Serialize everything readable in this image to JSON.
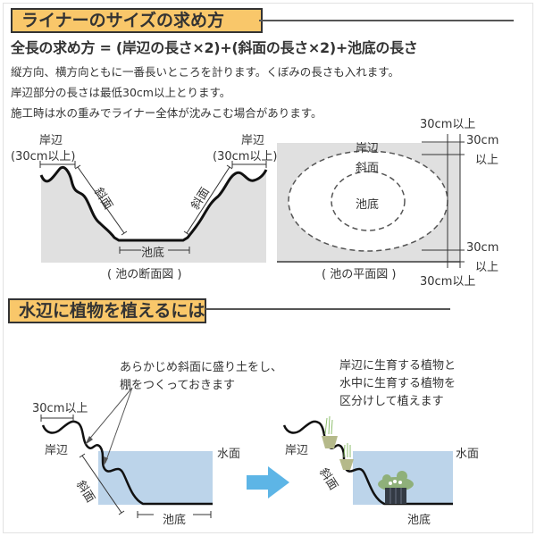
{
  "section1": {
    "title": "ライナーのサイズの求め方",
    "formula": "全長の求め方 = (岸辺の長さ×2)+(斜面の長さ×2)+池底の長さ",
    "notes": [
      "縦方向、横方向ともに一番長いところを計ります。くぼみの長さも入れます。",
      "岸辺部分の長さは最低30cm以上とります。",
      "施工時は水の重みでライナー全体が沈みこむ場合があります。"
    ],
    "cross_section": {
      "left_shore": "岸辺",
      "left_shore_min": "(30cm以上)",
      "right_shore": "岸辺",
      "right_shore_min": "(30cm以上)",
      "slope_left": "斜面",
      "slope_right": "斜面",
      "bottom": "池底",
      "caption": "( 池の断面図 )"
    },
    "plan_view": {
      "shore": "岸辺",
      "slope": "斜面",
      "bottom": "池底",
      "top_dim": "30cm以上",
      "right_top_dim_1": "30cm",
      "right_top_dim_2": "以上",
      "right_bottom_dim_1": "30cm",
      "right_bottom_dim_2": "以上",
      "bottom_dim": "30cm以上",
      "caption": "( 池の平面図 )"
    }
  },
  "section2": {
    "title": "水辺に植物を植えるには",
    "left_diagram": {
      "note_line1": "あらかじめ斜面に盛り土をし、",
      "note_line2": "棚をつくっておきます",
      "dim": "30cm以上",
      "shore": "岸辺",
      "slope": "斜面",
      "water_surface": "水面",
      "bottom": "池底"
    },
    "right_diagram": {
      "note_line1": "岸辺に生育する植物と",
      "note_line2": "水中に生育する植物を",
      "note_line3": "区分けして植えます",
      "shore": "岸辺",
      "slope": "斜面",
      "water_surface": "水面",
      "bottom": "池底"
    }
  },
  "colors": {
    "title_bg": "#f9c76a",
    "ground": "#e0e0e0",
    "water": "#bcd4ea",
    "arrow": "#5db5e6",
    "plant": "#b5b98a"
  }
}
